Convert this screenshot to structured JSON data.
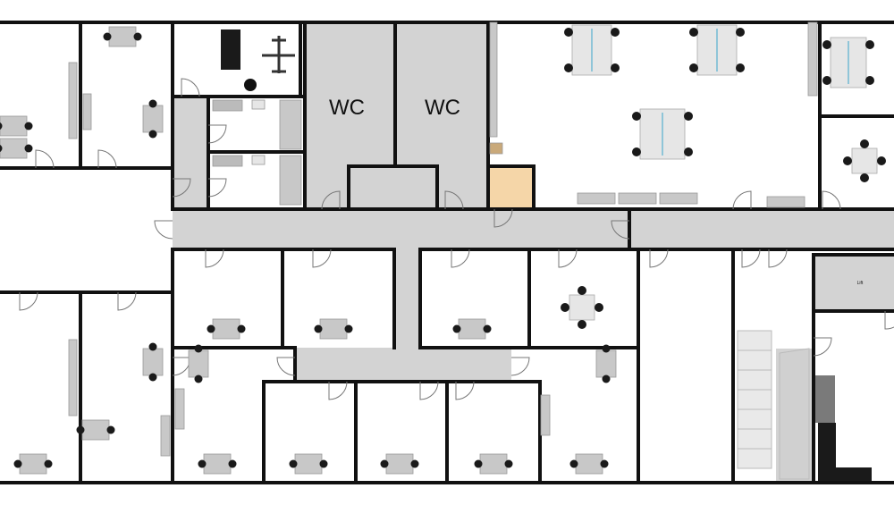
{
  "floor_plan": {
    "rooms": {
      "wc_left": {
        "label": "WC"
      },
      "wc_right": {
        "label": "WC"
      },
      "lift": {
        "label": "Lift"
      }
    },
    "colors": {
      "wall": "#111111",
      "floor": "#ffffff",
      "corridor": "#d3d3d3",
      "furniture": "#c8c8c8",
      "chair": "#1a1a1a",
      "accent_room": "#f5d6a8",
      "monitor": "#8fc5d8"
    }
  }
}
